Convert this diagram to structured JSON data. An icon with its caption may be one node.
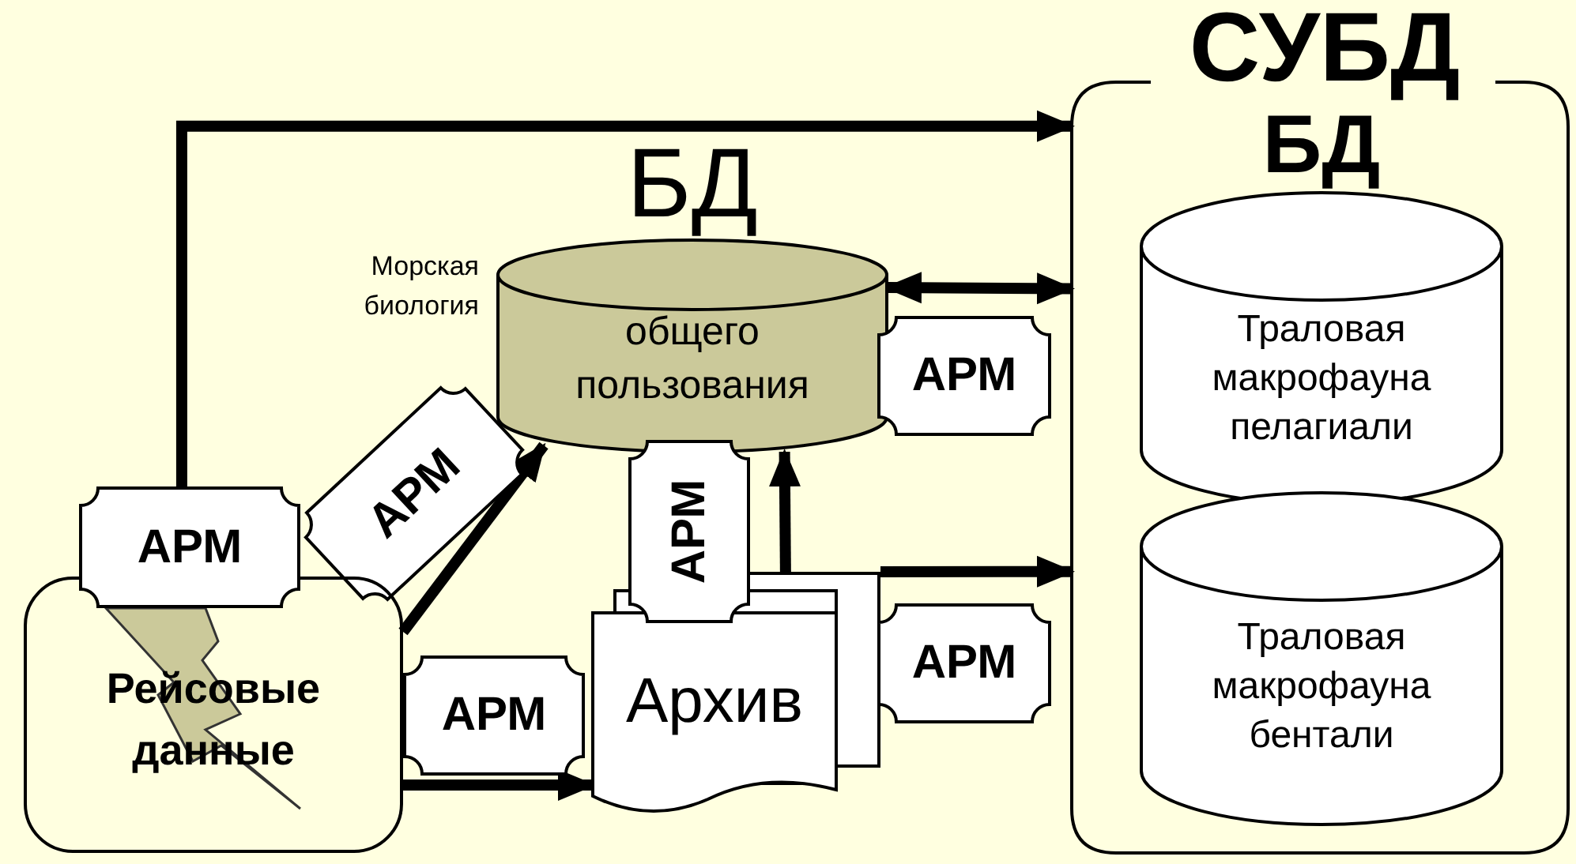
{
  "diagram": {
    "nodes": [
      {
        "text": [
          "СУБД"
        ]
      },
      {
        "text": [
          "БД",
          "Траловая макрофауна пелагиали"
        ],
        "in": 0
      },
      {
        "text": [
          "Траловая макрофауна бентали"
        ],
        "in": 0
      },
      {
        "text": [
          "БД",
          "общего пользования"
        ],
        "beside": [
          "Морская биология"
        ]
      },
      {
        "text": [
          "Рейсовые данные"
        ]
      },
      {
        "text": [
          "Архив"
        ]
      },
      {
        "text": [
          "АРМ"
        ]
      },
      {
        "text": [
          "АРМ"
        ]
      },
      {
        "text": [
          "АРМ"
        ]
      },
      {
        "text": [
          "АРМ"
        ]
      },
      {
        "text": [
          "АРМ"
        ]
      },
      {
        "text": [
          "АРМ"
        ]
      }
    ],
    "edges": [
      {
        "from": 6,
        "to": 0,
        "arrow": "to"
      },
      {
        "from": 4,
        "to": 3,
        "arrow": "to"
      },
      {
        "from": 5,
        "to": 3,
        "arrow": "to"
      },
      {
        "from": 3,
        "to": 0,
        "arrow": "both"
      },
      {
        "from": 5,
        "to": 0,
        "arrow": "to"
      },
      {
        "from": 4,
        "to": 5,
        "arrow": "to"
      }
    ]
  }
}
